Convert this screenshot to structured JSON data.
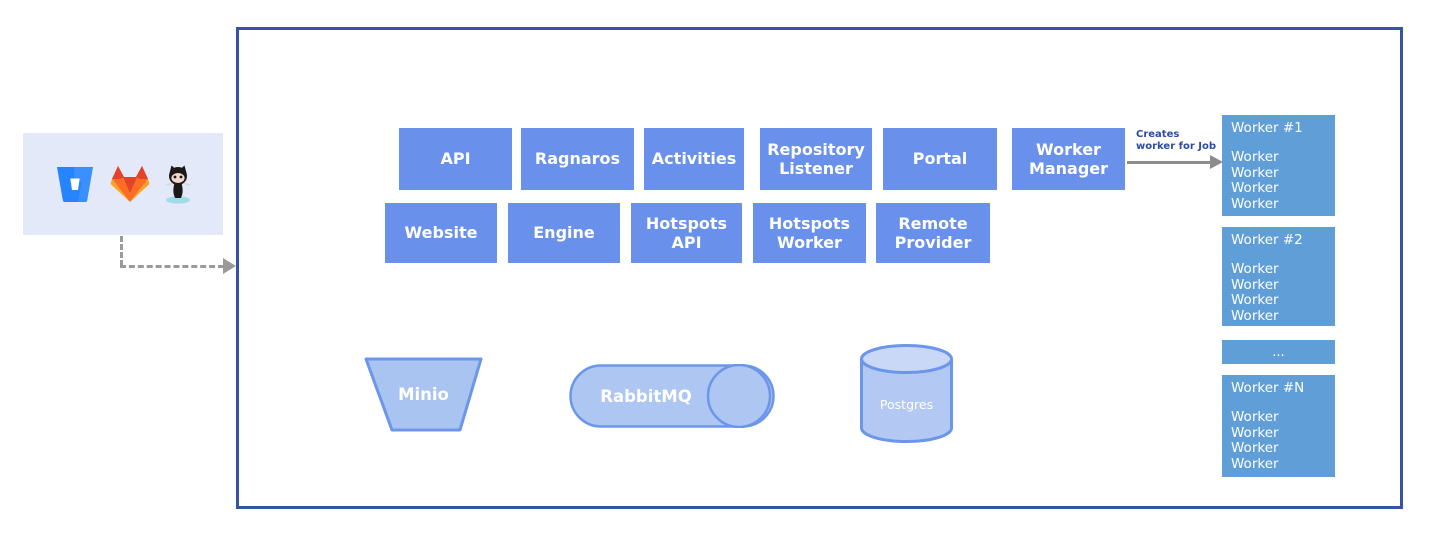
{
  "sources": {
    "icons": [
      {
        "name": "bitbucket"
      },
      {
        "name": "gitlab"
      },
      {
        "name": "github"
      }
    ]
  },
  "services": {
    "row1": [
      {
        "label": "API"
      },
      {
        "label": "Ragnaros"
      },
      {
        "label": "Activities"
      },
      {
        "label": "Repository Listener"
      },
      {
        "label": "Portal"
      },
      {
        "label": "Worker Manager"
      }
    ],
    "row2": [
      {
        "label": "Website"
      },
      {
        "label": "Engine"
      },
      {
        "label": "Hotspots API"
      },
      {
        "label": "Hotspots Worker"
      },
      {
        "label": "Remote Provider"
      }
    ]
  },
  "infrastructure": [
    {
      "label": "Minio",
      "shape": "trapezoid"
    },
    {
      "label": "RabbitMQ",
      "shape": "horizontal-cylinder"
    },
    {
      "label": "Postgres",
      "shape": "cylinder"
    }
  ],
  "worker_arrow": {
    "label_line1": "Creates",
    "label_line2": "worker for Job"
  },
  "workers": {
    "groups": [
      {
        "title": "Worker #1",
        "items": [
          "Worker",
          "Worker",
          "Worker",
          "Worker"
        ]
      },
      {
        "title": "Worker #2",
        "items": [
          "Worker",
          "Worker",
          "Worker",
          "Worker"
        ]
      },
      {
        "title": "...",
        "items": []
      },
      {
        "title": "Worker #N",
        "items": [
          "Worker",
          "Worker",
          "Worker",
          "Worker"
        ]
      }
    ]
  },
  "colors": {
    "service_box": "#6991eb",
    "worker_box": "#5f9ed7",
    "infra_fill": "#aec6f2",
    "infra_stroke": "#6b96ea",
    "container_border": "#3353a4",
    "sources_bg": "#e4e9f9",
    "connector_gray": "#9a9a9a",
    "arrow_gray": "#8c8c8c",
    "arrow_label_text": "#2d4b9e"
  }
}
